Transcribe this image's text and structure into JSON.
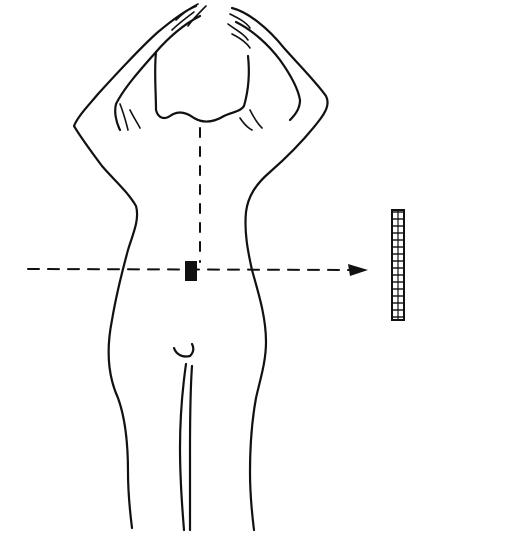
{
  "drawing": {
    "background": "#ffffff",
    "ink_color": "#111111",
    "subject": "figure-back-view-arms-raised",
    "source_marker": "small-filled-square-at-lower-back",
    "beam": "dashed-horizontal-arrow-pointing-right",
    "detector": "vertical-segmented-strip"
  }
}
